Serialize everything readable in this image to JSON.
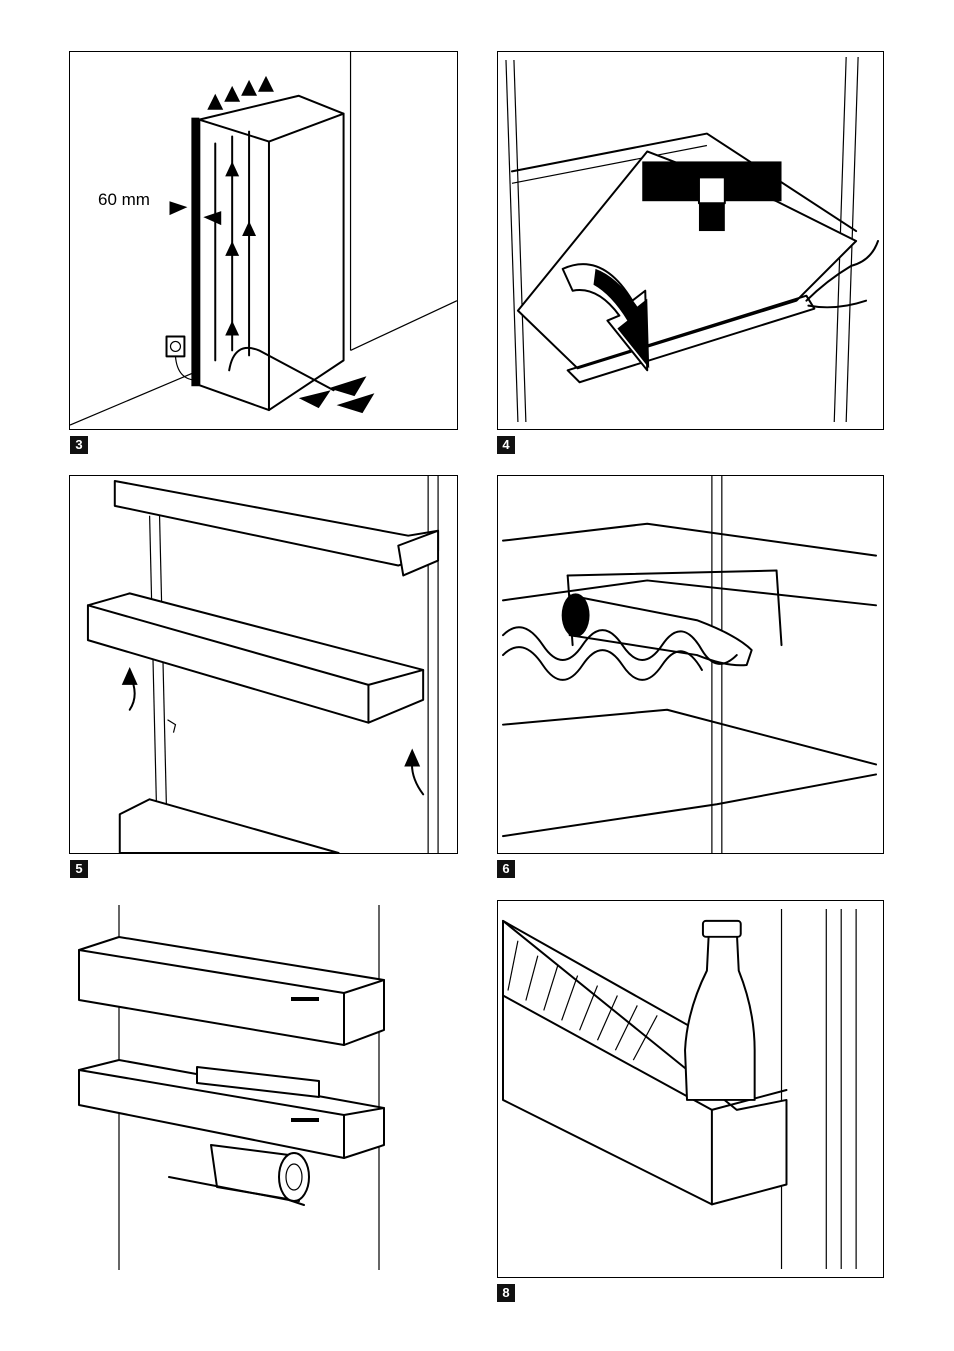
{
  "figures": [
    {
      "id": "fig3",
      "number": "3",
      "annotation": "60 mm",
      "subject": "ventilation-clearance"
    },
    {
      "id": "fig4",
      "number": "4",
      "subject": "glass-shelf-removal"
    },
    {
      "id": "fig5",
      "number": "5",
      "subject": "door-shelf-removal"
    },
    {
      "id": "fig6",
      "number": "6",
      "subject": "wine-rack"
    },
    {
      "id": "fig7",
      "number": "",
      "subject": "can-holder"
    },
    {
      "id": "fig8",
      "number": "8",
      "subject": "bottle-shelf"
    }
  ]
}
